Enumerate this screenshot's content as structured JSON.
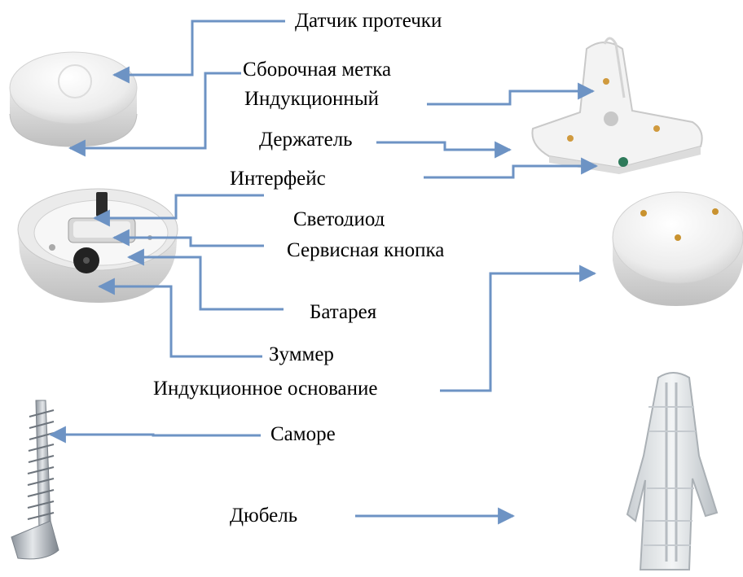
{
  "labels": {
    "leak_sensor": "Датчик протечки",
    "assembly_mark": "Сборочная метка",
    "induction": "Индукционный",
    "holder": "Держатель",
    "interface": "Интерфейс",
    "led": "Светодиод",
    "service_button": "Сервисная кнопка",
    "battery": "Батарея",
    "buzzer": "Зуммер",
    "induction_base": "Индукционное основание",
    "screw": "Саморе",
    "dowel": "Дюбель"
  },
  "colors": {
    "leader_line": "#6d93c4",
    "device_white": "#f2f2f2",
    "device_shadow": "#cfcfcf",
    "metal": "#b9bec4"
  }
}
